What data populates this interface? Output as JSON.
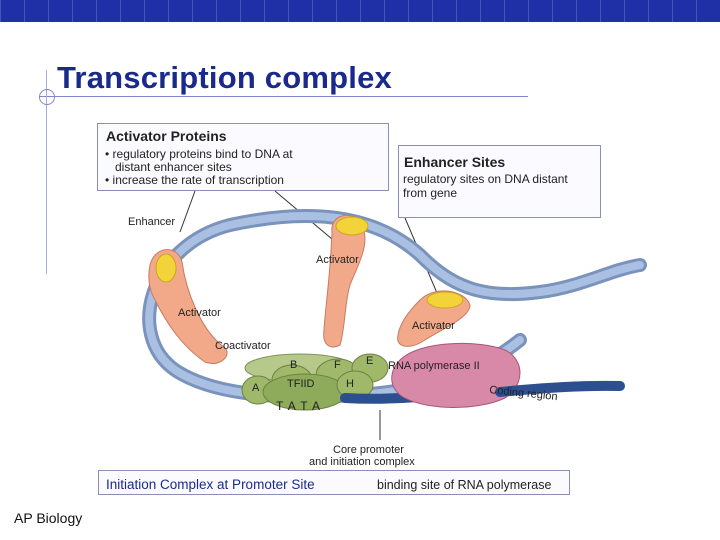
{
  "slide": {
    "title": "Transcription complex",
    "footer": "AP Biology"
  },
  "activator_box": {
    "heading": "Activator Proteins",
    "bullet1_line1": "• regulatory proteins bind to DNA at",
    "bullet1_line2": "distant enhancer sites",
    "bullet2": "• increase the rate of transcription"
  },
  "enhancer_box": {
    "heading": "Enhancer Sites",
    "description": "regulatory sites on DNA distant from gene"
  },
  "initiation_box": {
    "heading": "Initiation Complex at Promoter Site",
    "note": "binding site of RNA polymerase"
  },
  "diagram_labels": {
    "enhancer": "Enhancer",
    "activator_top": "Activator",
    "activator_left": "Activator",
    "activator_right": "Activator",
    "coactivator": "Coactivator",
    "factor_b": "B",
    "factor_f": "F",
    "factor_e": "E",
    "factor_a": "A",
    "tfiid": "TFIID",
    "factor_h": "H",
    "rna_polymerase": "RNA polymerase II",
    "coding_region": "Coding region",
    "tata": "T A T A",
    "core_promoter_line1": "Core promoter",
    "core_promoter_line2": "and initiation complex"
  },
  "colors": {
    "title": "#1a2a8c",
    "dna": "#8fa9cf",
    "activator": "#f2a98a",
    "enhancer_site": "#f2d33a",
    "factors": "#9fb86a",
    "rna_polymerase": "#d889a8",
    "promoter": "#2c4f8f"
  }
}
